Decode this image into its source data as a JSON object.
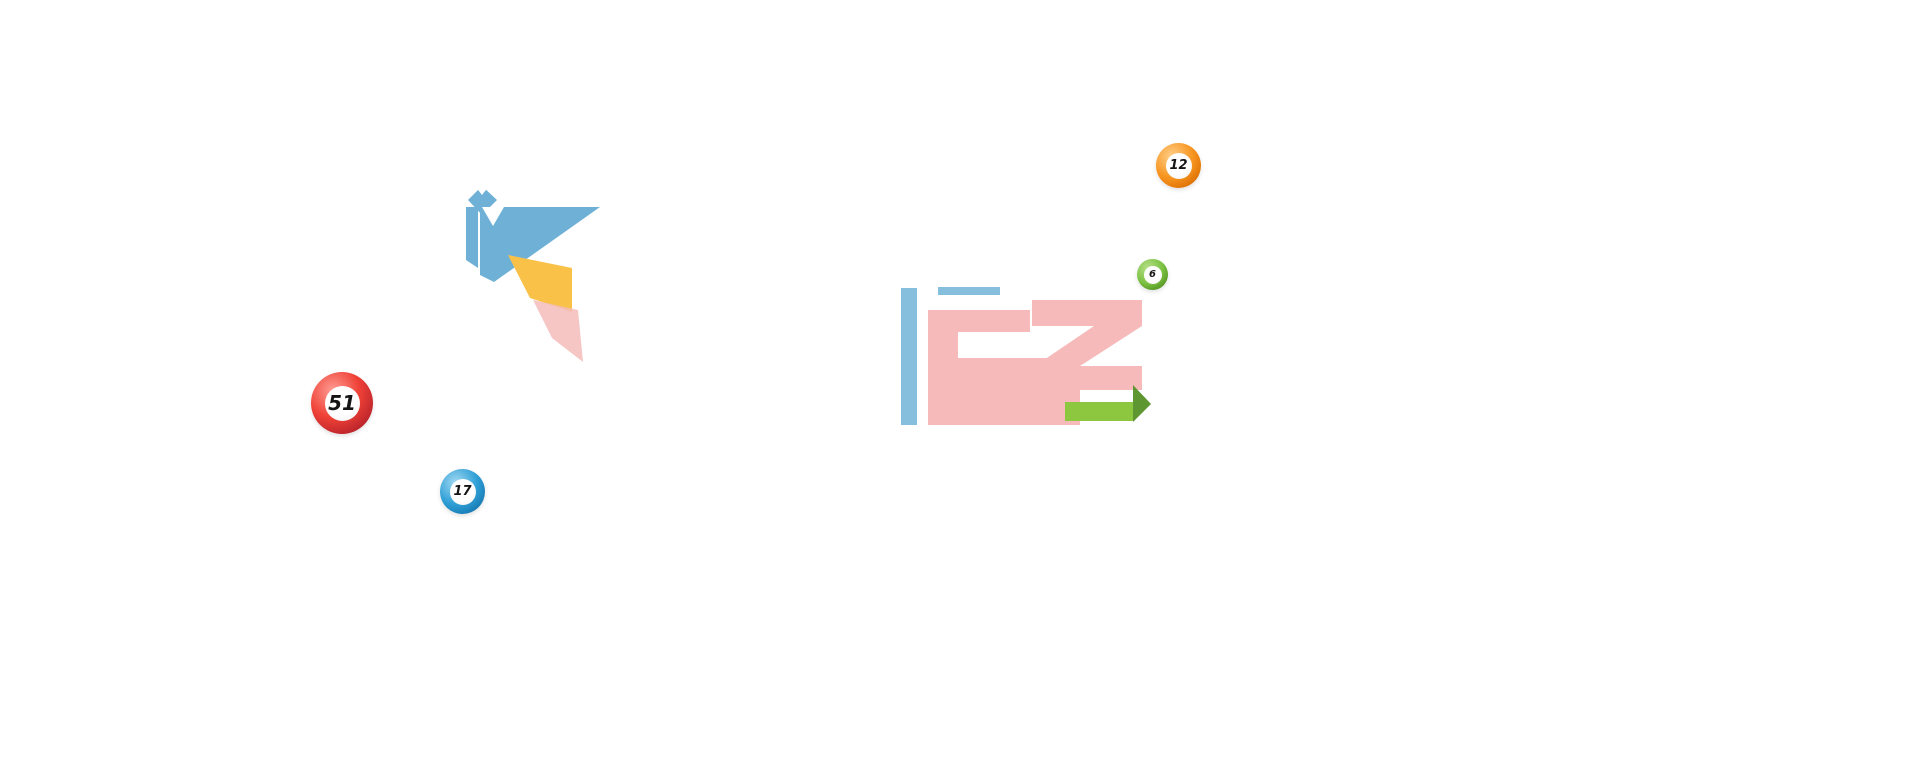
{
  "page": {
    "background_color": "#ffffff",
    "description": "Mostly blank bingo-game web page with decorative illustrations and scattered bingo balls"
  },
  "balls": [
    {
      "value": "51",
      "color_name": "red",
      "color_hex": "#ef4136"
    },
    {
      "value": "17",
      "color_name": "blue",
      "color_hex": "#2f9fd6"
    },
    {
      "value": "12",
      "color_name": "orange",
      "color_hex": "#f7941e"
    },
    {
      "value": "6",
      "color_name": "green",
      "color_hex": "#7cc242"
    }
  ],
  "illustrations": {
    "origami_bird": {
      "colors": {
        "blue": "#6fb1d6",
        "yellow": "#f9c148",
        "pink": "#f5bcba"
      }
    },
    "abstract_letters": {
      "colors": {
        "blue": "#85bfdd",
        "pink": "#f6baba",
        "green_light": "#8dc63f",
        "green_dark": "#5e9732"
      }
    }
  }
}
